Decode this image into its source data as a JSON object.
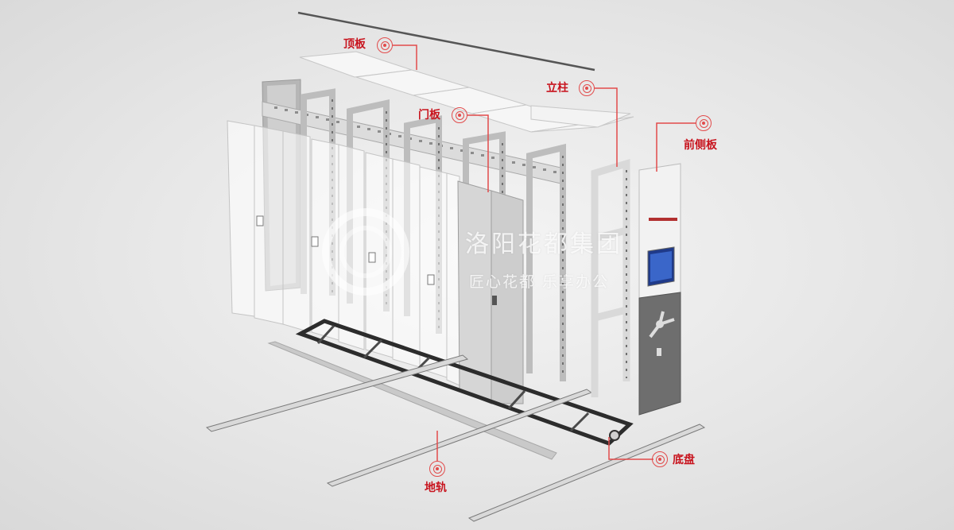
{
  "callouts": {
    "top_panel": "顶板",
    "column": "立柱",
    "door_panel": "门板",
    "front_side_panel": "前侧板",
    "chassis": "底盘",
    "ground_rail": "地轨"
  },
  "watermark": {
    "company": "洛阳花都集团",
    "slogan": "匠心花都   乐享办公"
  },
  "colors": {
    "accent": "#c8141e",
    "marker": "#e24b4b",
    "background": "#e6e6e6"
  }
}
